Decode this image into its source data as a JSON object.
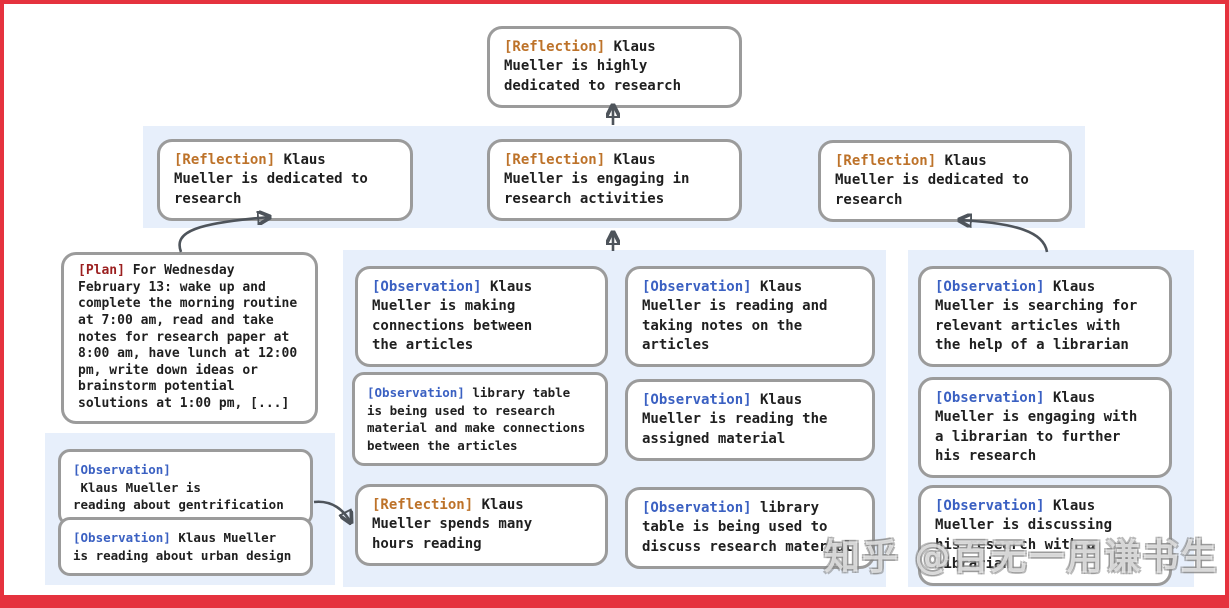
{
  "colors": {
    "frame_red": "#e5323e",
    "panel_bg": "#e7effb",
    "box_border": "#9b9b9b",
    "reflection_tag": "#bd7229",
    "observation_tag": "#3a60c2",
    "plan_tag": "#9b1f1f",
    "arrow": "#4e545b",
    "text": "#1f1f1f"
  },
  "watermark": {
    "text": "知乎 @百无一用谦书生"
  },
  "nodes": {
    "top_reflection": {
      "tag": "[Reflection]",
      "text": " Klaus\nMueller is highly\ndedicated to research"
    },
    "band_left": {
      "tag": "[Reflection]",
      "text": " Klaus\nMueller is dedicated to\nresearch"
    },
    "band_middle": {
      "tag": "[Reflection]",
      "text": " Klaus\nMueller is engaging in\nresearch activities"
    },
    "band_right": {
      "tag": "[Reflection]",
      "text": " Klaus\nMueller is dedicated to\nresearch"
    },
    "plan": {
      "tag": "[Plan]",
      "text": " For Wednesday\nFebruary 13: wake up and\ncomplete the morning routine\nat 7:00 am, read and take\nnotes for research paper at\n8:00 am, have lunch at 12:00\npm, write down ideas or\nbrainstorm potential\nsolutions at 1:00 pm, [...]"
    },
    "obs_gentrification": {
      "tag": "[Observation]",
      "text": " Klaus Mueller is\nreading about gentrification"
    },
    "obs_urban_design": {
      "tag": "[Observation]",
      "text": " Klaus Mueller\nis reading about urban design"
    },
    "obs_connections": {
      "tag": "[Observation]",
      "text": " Klaus\nMueller is making\nconnections between\nthe articles"
    },
    "obs_library_research": {
      "tag": "[Observation]",
      "text": " library table\nis being used to research\nmaterial and make connections\nbetween the articles"
    },
    "reflection_hours": {
      "tag": "[Reflection]",
      "text": " Klaus\nMueller spends many\nhours reading"
    },
    "obs_taking_notes": {
      "tag": "[Observation]",
      "text": " Klaus\nMueller is reading and\ntaking notes on the\narticles"
    },
    "obs_assigned": {
      "tag": "[Observation]",
      "text": " Klaus\nMueller is reading the\nassigned material"
    },
    "obs_library_discuss": {
      "tag": "[Observation]",
      "text": " library\ntable is being used to\ndiscuss research material"
    },
    "obs_searching": {
      "tag": "[Observation]",
      "text": " Klaus\nMueller is searching for\nrelevant articles with\nthe help of a librarian"
    },
    "obs_engaging": {
      "tag": "[Observation]",
      "text": " Klaus\nMueller is engaging with\na librarian to further\nhis research"
    },
    "obs_discussing": {
      "tag": "[Observation]",
      "text": " Klaus\nMueller is discussing\nhis research with a\nlibrarian"
    }
  }
}
